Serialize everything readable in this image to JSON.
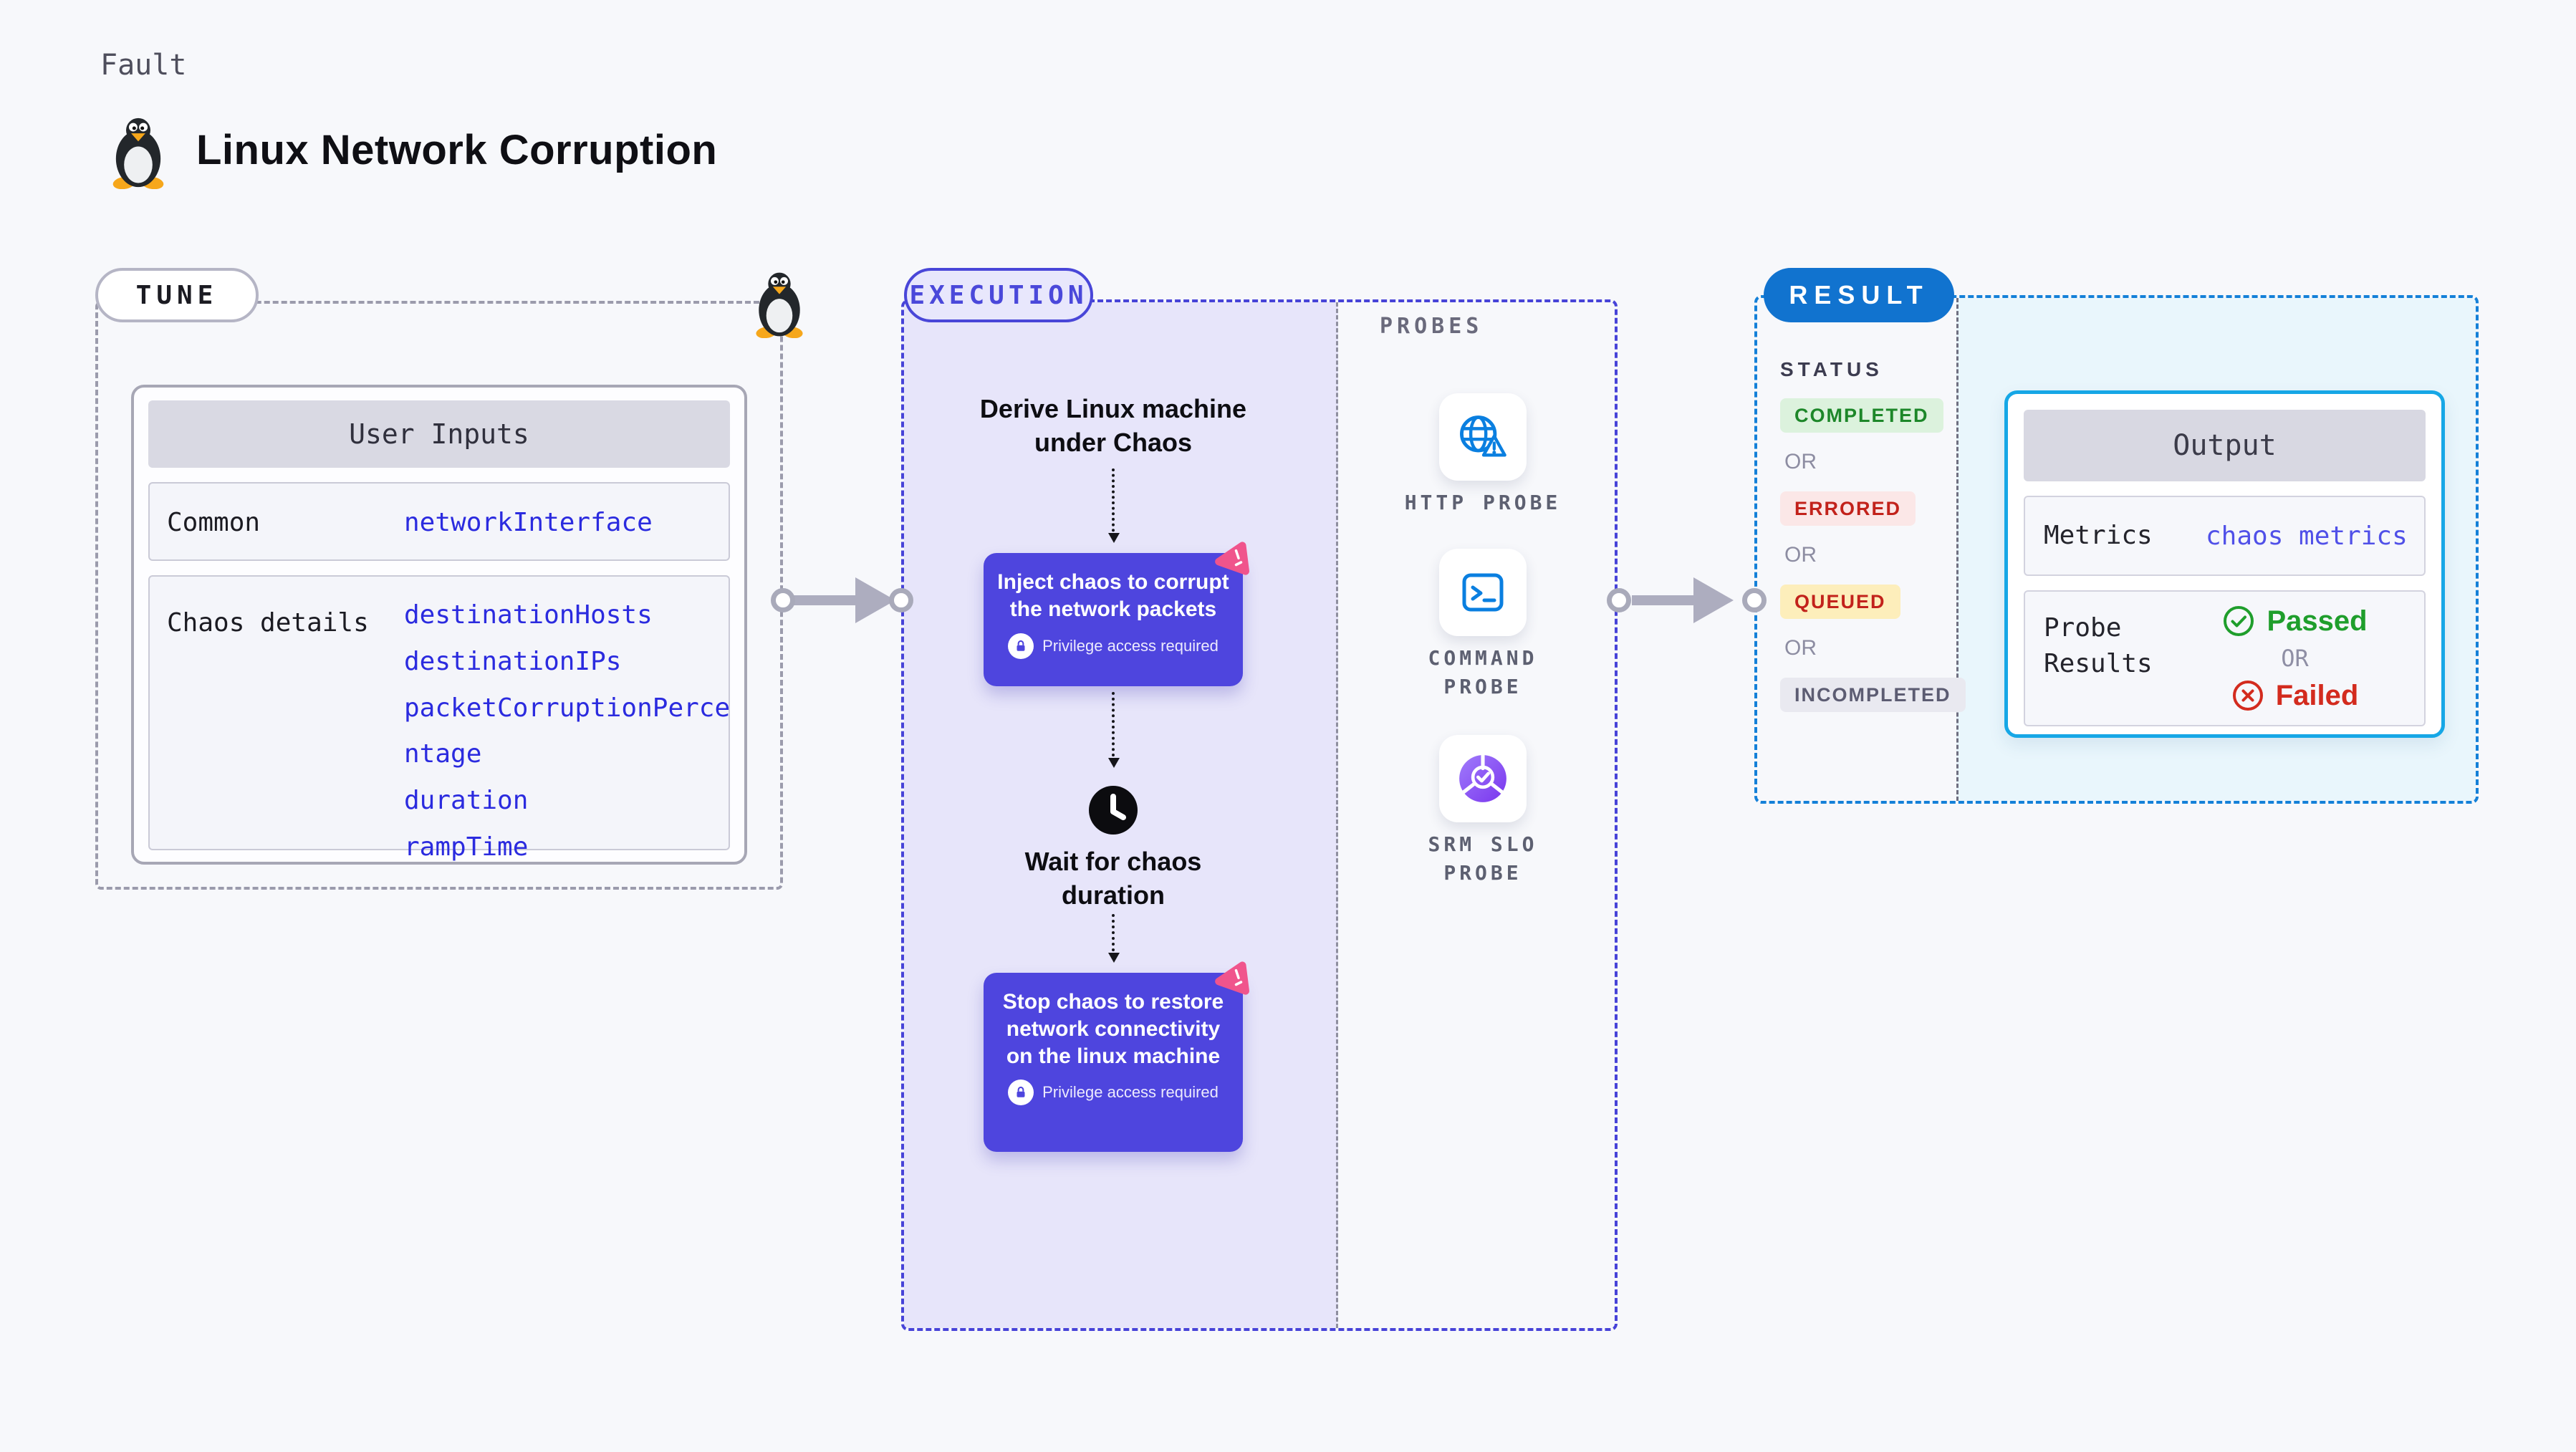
{
  "header": {
    "kicker": "Fault",
    "title": "Linux Network Corruption",
    "icon": "tux-penguin-icon"
  },
  "tune": {
    "badge": "TUNE",
    "table_title": "User Inputs",
    "rows": [
      {
        "label": "Common",
        "values": [
          "networkInterface"
        ]
      },
      {
        "label": "Chaos details",
        "values": [
          "destinationHosts",
          "destinationIPs",
          "packetCorruptionPercentage",
          "duration",
          "rampTime"
        ]
      }
    ]
  },
  "execution": {
    "badge": "EXECUTION",
    "steps": {
      "derive": "Derive Linux machine under Chaos",
      "inject": "Inject chaos to corrupt the network packets",
      "wait": "Wait for chaos duration",
      "stop": "Stop chaos to restore network connectivity on the linux machine",
      "privilege_note": "Privilege access required"
    },
    "probes": {
      "title": "PROBES",
      "items": [
        "HTTP PROBE",
        "COMMAND PROBE",
        "SRM SLO PROBE"
      ]
    }
  },
  "result": {
    "badge": "RESULT",
    "status": {
      "title": "STATUS",
      "or_label": "OR",
      "items": [
        {
          "label": "COMPLETED",
          "type": "success"
        },
        {
          "label": "ERRORED",
          "type": "error"
        },
        {
          "label": "QUEUED",
          "type": "queued"
        },
        {
          "label": "INCOMPLETED",
          "type": "incomplete"
        }
      ]
    },
    "output": {
      "title": "Output",
      "metrics_label": "Metrics",
      "metrics_value": "chaos metrics",
      "probe_label": "Probe Results",
      "passed": "Passed",
      "or_label": "OR",
      "failed": "Failed"
    }
  },
  "colors": {
    "page_bg": "#f7f8fb",
    "indigo_node": "#4e45de",
    "indigo_border": "#4743d8",
    "lavender_bg": "#e7e5fa",
    "pink_icon": "#f0548c",
    "probe_blue": "#0a7fe0",
    "srm_purple": "#7a36ee",
    "result_blue": "#1173cf",
    "result_dash": "#1480d8",
    "output_border": "#16a7e6",
    "result_bg": "#e9f6fc",
    "value_blue": "#2b2bdf",
    "passed_green": "#1f9e2c",
    "failed_red": "#d32b1e",
    "arrow_grey": "#adadbf"
  }
}
